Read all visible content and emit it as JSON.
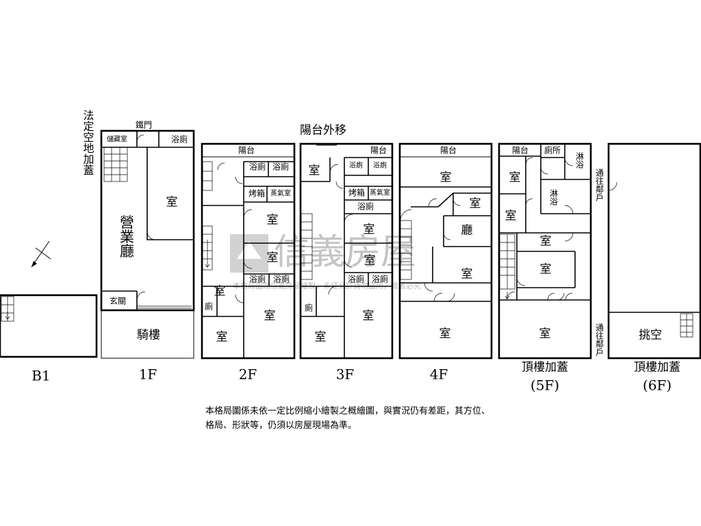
{
  "floors": [
    {
      "id": "b1",
      "label": "B1",
      "label2": ""
    },
    {
      "id": "1f",
      "label": "1F",
      "label2": ""
    },
    {
      "id": "2f",
      "label": "2F",
      "label2": ""
    },
    {
      "id": "3f",
      "label": "3F",
      "label2": ""
    },
    {
      "id": "4f",
      "label": "4F",
      "label2": ""
    },
    {
      "id": "5f",
      "label": "頂樓加蓋",
      "label2": "(5F)"
    },
    {
      "id": "6f",
      "label": "頂樓加蓋",
      "label2": "(6F)"
    }
  ],
  "rooms": {
    "legal_open_space": "法定空地加蓋",
    "iron_door": "鐵門",
    "storage": "儲藏室",
    "kitchen": "浴廁",
    "business_hall": "營業廳",
    "room": "室",
    "foyer": "玄關",
    "arcade": "騎樓",
    "balcony": "陽台",
    "balcony_moved": "陽台外移",
    "bath": "浴廁",
    "oven": "烤箱",
    "steam": "蒸氣室",
    "toilet": "廁",
    "hall": "廳",
    "shower": "淋浴",
    "to_neighbor": "通往鄰戶",
    "void": "挑空",
    "restroom": "廁所"
  },
  "watermark": {
    "brand": "信義房屋",
    "notice": "本格局圖為信義房屋繪製，未經允許請勿盜用，違者必究"
  },
  "note": "本格局圖係未依一定比例縮小繪製之概繪圖，與實況仍有差距，其方位、格局、形狀等，仍須以房屋現場為準。",
  "colors": {
    "line": "#000000",
    "watermark": "#c4c4c4"
  }
}
